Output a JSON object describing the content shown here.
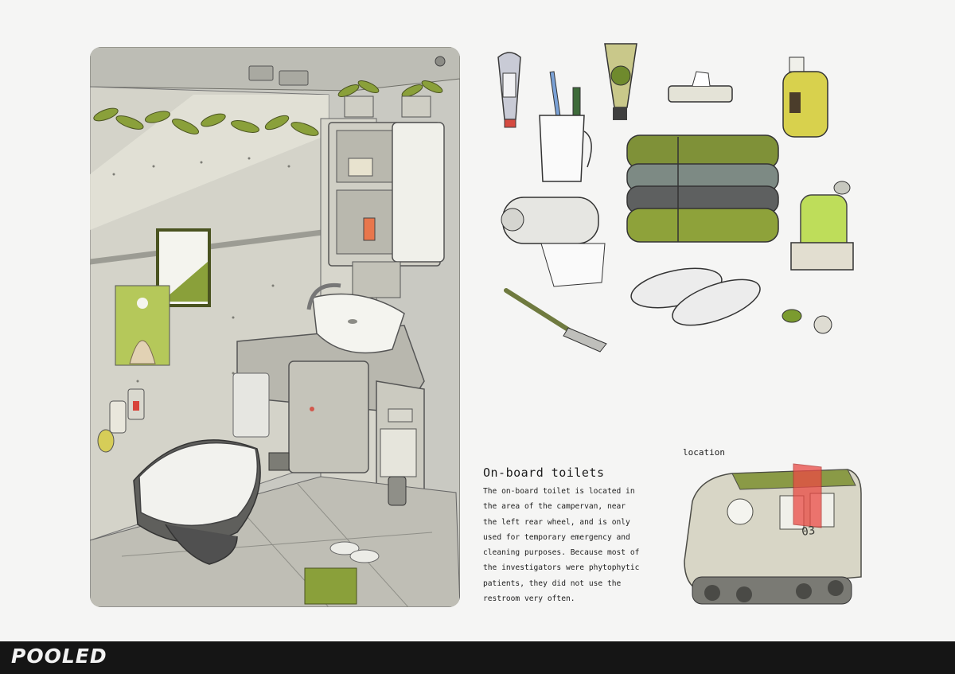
{
  "artwork": {
    "main_illustration": "onboard-restroom-interior",
    "items": [
      "toothpaste-tube",
      "toothbrush-cup",
      "ointment-tube",
      "wet-wipes-box",
      "soap-dispenser",
      "towel-stack",
      "toilet-paper-holder",
      "sponge-bottle",
      "slippers",
      "comb",
      "soap-dish"
    ],
    "location_diagram": "campervan-highlight"
  },
  "info": {
    "title": "On-board toilets",
    "description": "The on-board toilet is located in the area of the campervan, near the left rear wheel, and is only used for temporary emergency and cleaning purposes. Because most of the investigators were phytophytic patients, they did not use the restroom very often.",
    "location_label": "location"
  },
  "footer": {
    "brand": "POOLED"
  },
  "colors": {
    "accent_green": "#8ea23a",
    "highlight_red": "#e2534f",
    "footer_bg": "#151515",
    "page_bg": "#f5f5f4"
  }
}
